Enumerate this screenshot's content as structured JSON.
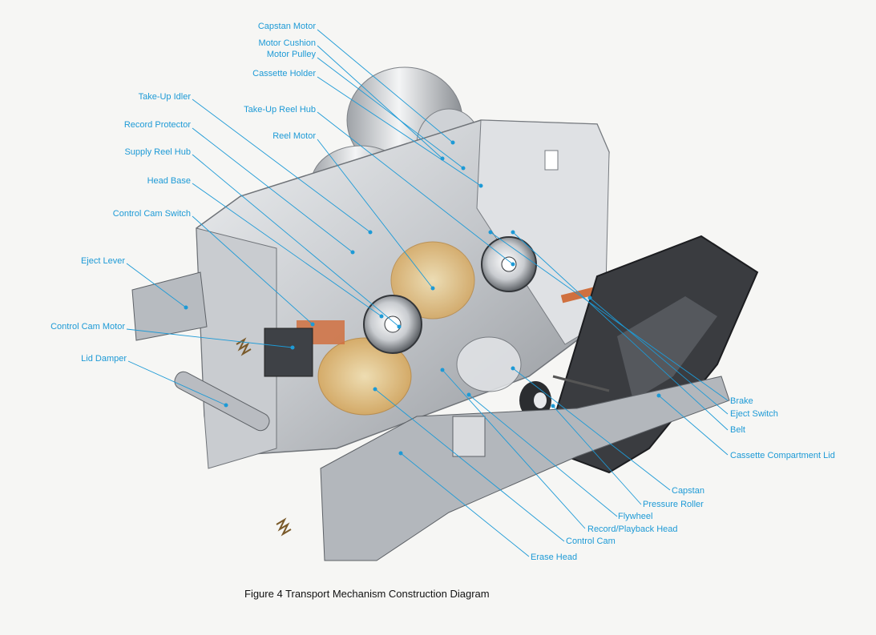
{
  "figure": {
    "caption": "Figure 4  Transport Mechanism Construction Diagram"
  },
  "labels": {
    "capstan_motor": "Capstan Motor",
    "motor_cushion": "Motor Cushion",
    "motor_pulley": "Motor Pulley",
    "cassette_holder": "Cassette Holder",
    "take_up_idler": "Take-Up Idler",
    "take_up_reel_hub": "Take-Up Reel Hub",
    "record_protector": "Record Protector",
    "reel_motor": "Reel Motor",
    "supply_reel_hub": "Supply Reel Hub",
    "head_base": "Head Base",
    "control_cam_switch": "Control Cam Switch",
    "eject_lever": "Eject Lever",
    "control_cam_motor": "Control Cam Motor",
    "lid_damper": "Lid Damper",
    "brake": "Brake",
    "eject_switch": "Eject Switch",
    "belt": "Belt",
    "cassette_compartment_lid": "Cassette Compartment Lid",
    "capstan": "Capstan",
    "pressure_roller": "Pressure Roller",
    "flywheel": "Flywheel",
    "record_playback_head": "Record/Playback Head",
    "control_cam": "Control Cam",
    "erase_head": "Erase Head"
  },
  "colors": {
    "label": "#1d9ad6",
    "leader": "#1d9ad6",
    "metal_light": "#d8dadc",
    "metal_mid": "#a9adb2",
    "metal_dark": "#4a4d52",
    "copper": "#d0703f",
    "cam_yellow": "#e9c27a",
    "caption": "#111111"
  }
}
